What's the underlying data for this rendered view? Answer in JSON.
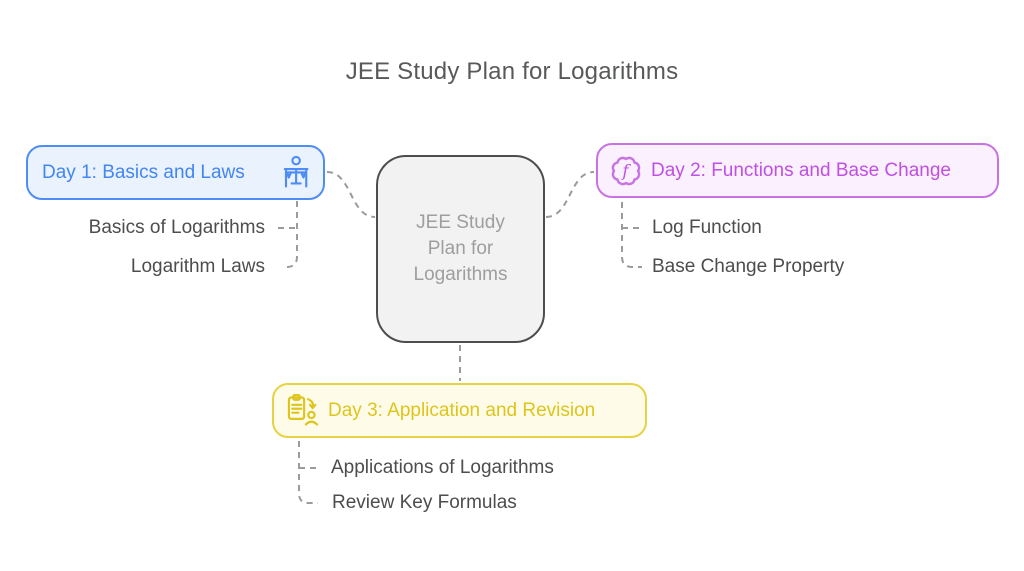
{
  "title": "JEE Study Plan for Logarithms",
  "center_node": {
    "label": "JEE Study Plan for Logarithms"
  },
  "branches": [
    {
      "label": "Day 1: Basics and Laws",
      "icon": "person-balance-scale-icon",
      "accent": "#4e8df5",
      "fill": "#eaf2fe",
      "children": [
        "Basics of Logarithms",
        "Logarithm Laws"
      ]
    },
    {
      "label": "Day 2: Functions and Base Change",
      "icon": "function-badge-icon",
      "icon_letter": "f",
      "accent": "#c04fe3",
      "fill": "#fbf0fe",
      "children": [
        "Log Function",
        "Base Change Property"
      ]
    },
    {
      "label": "Day 3: Application and Revision",
      "icon": "task-review-person-icon",
      "accent": "#dfc41d",
      "fill": "#fefce8",
      "children": [
        "Applications of Logarithms",
        "Review Key Formulas"
      ]
    }
  ],
  "connector_color": "#9b9b9b"
}
